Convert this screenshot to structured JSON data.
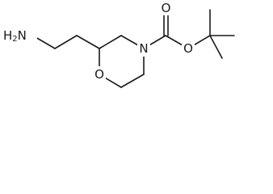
{
  "molecule": {
    "atoms": {
      "amine_h": "H",
      "amine_sub": "2",
      "amine_n": "N",
      "ring_n": "N",
      "ring_o": "O",
      "carbonyl_o": "O",
      "ester_o": "O"
    }
  }
}
